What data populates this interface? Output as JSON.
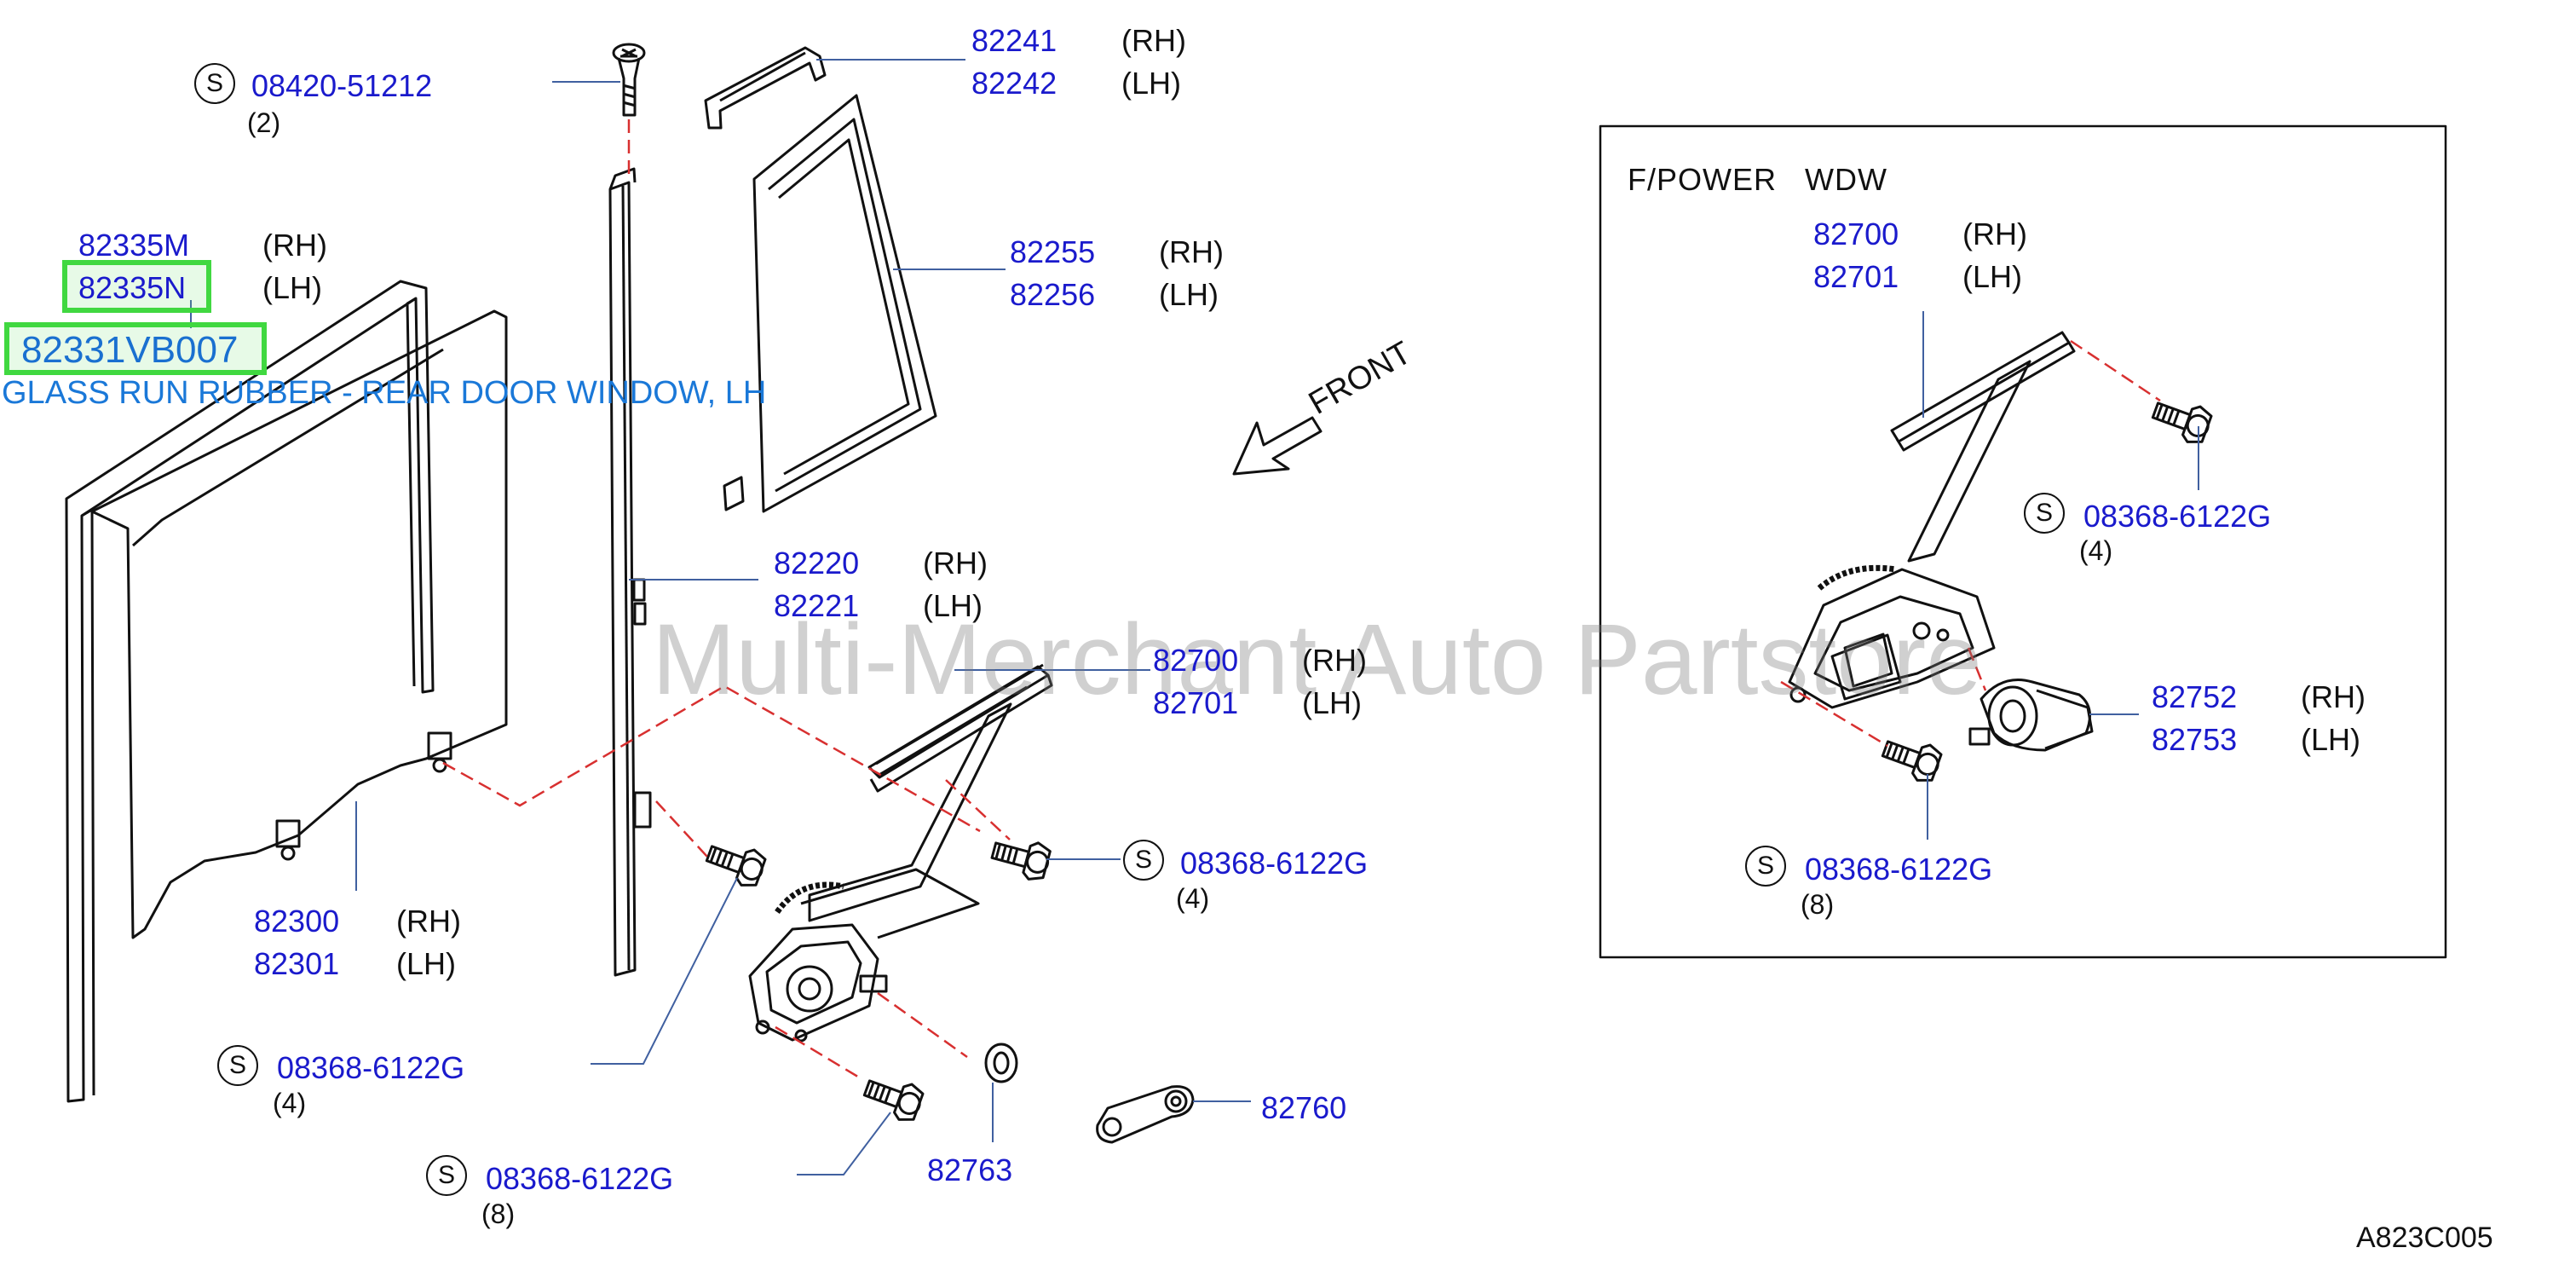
{
  "parts": {
    "glass_run_rubber": {
      "pn_rh": "82335M",
      "pn_lh": "82335N",
      "rh": "(RH)",
      "lh": "(LH)"
    },
    "selected": {
      "part_number": "82331VB007",
      "description": "GLASS RUN RUBBER - REAR DOOR WINDOW, LH"
    },
    "screw": {
      "pn": "08420-51212",
      "qty": "(2)"
    },
    "upper_sash": {
      "pn_rh": "82241",
      "pn_lh": "82242",
      "rh": "(RH)",
      "lh": "(LH)"
    },
    "partition_glass": {
      "pn_rh": "82255",
      "pn_lh": "82256",
      "rh": "(RH)",
      "lh": "(LH)"
    },
    "sash": {
      "pn_rh": "82220",
      "pn_lh": "82221",
      "rh": "(RH)",
      "lh": "(LH)"
    },
    "regulator": {
      "pn_rh": "82700",
      "pn_lh": "82701",
      "rh": "(RH)",
      "lh": "(LH)"
    },
    "door_glass": {
      "pn_rh": "82300",
      "pn_lh": "82301",
      "rh": "(RH)",
      "lh": "(LH)"
    },
    "bolt_right": {
      "pn": "08368-6122G",
      "qty": "(4)"
    },
    "bolt_left": {
      "pn": "08368-6122G",
      "qty": "(4)"
    },
    "bolt_bottom": {
      "pn": "08368-6122G",
      "qty": "(8)"
    },
    "handle": {
      "pn": "82760"
    },
    "washer": {
      "pn": "82763"
    }
  },
  "inset": {
    "title": "F/POWER   WDW",
    "regulator": {
      "pn_rh": "82700",
      "pn_lh": "82701",
      "rh": "(RH)",
      "lh": "(LH)"
    },
    "bolt_top": {
      "pn": "08368-6122G",
      "qty": "(4)"
    },
    "motor": {
      "pn_rh": "82752",
      "pn_lh": "82753",
      "rh": "(RH)",
      "lh": "(LH)"
    },
    "bolt_bottom": {
      "pn": "08368-6122G",
      "qty": "(8)"
    }
  },
  "s_marker": "S",
  "front_label": "FRONT",
  "watermark": "Multi-Merchant Auto Partstore",
  "diagram_code": "A823C005",
  "colors": {
    "part_number": "#1a1acc",
    "highlight": "#40d840",
    "description": "#1a78d8"
  }
}
